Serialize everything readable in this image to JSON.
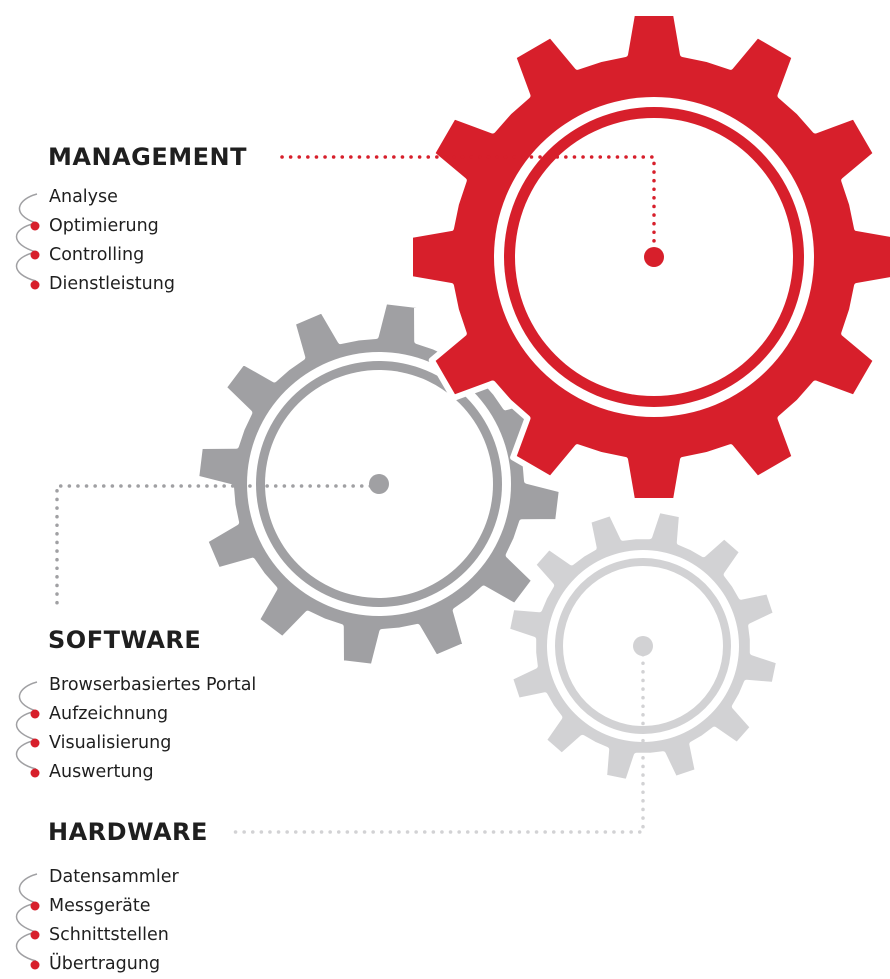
{
  "colors": {
    "management": "#d71f2b",
    "software": "#a0a0a3",
    "hardware": "#d2d2d4",
    "text": "#1f1f1f"
  },
  "gears": [
    {
      "name": "management-gear",
      "color": "#d71f2b",
      "teeth": 12
    },
    {
      "name": "software-gear",
      "color": "#a0a0a3",
      "teeth": 12
    },
    {
      "name": "hardware-gear",
      "color": "#d2d2d4",
      "teeth": 12
    }
  ],
  "management": {
    "title": "MANAGEMENT",
    "items": [
      "Analyse",
      "Optimierung",
      "Controlling",
      "Dienstleistung"
    ]
  },
  "software": {
    "title": "SOFTWARE",
    "items": [
      "Browserbasiertes Portal",
      "Aufzeichnung",
      "Visualisierung",
      "Auswertung"
    ]
  },
  "hardware": {
    "title": "HARDWARE",
    "items": [
      "Datensammler",
      "Messgeräte",
      "Schnittstellen",
      "Übertragung"
    ]
  }
}
